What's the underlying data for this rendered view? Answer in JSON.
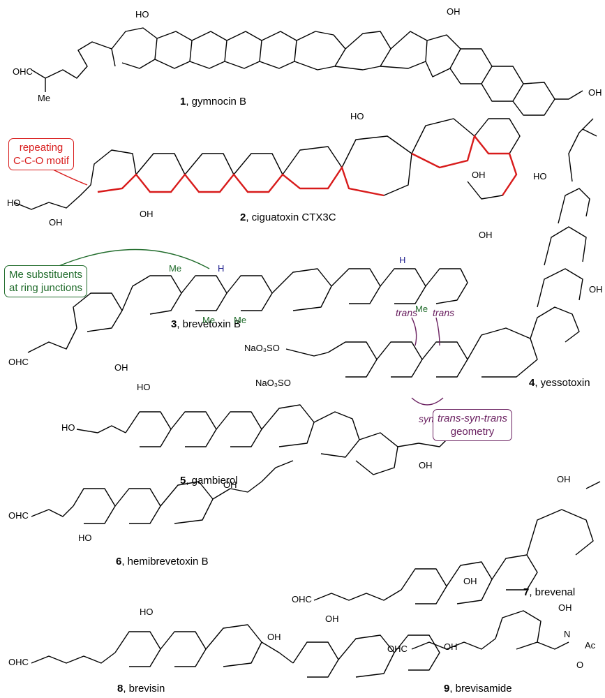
{
  "compounds": [
    {
      "number": "1",
      "name": ", gymnocin B"
    },
    {
      "number": "2",
      "name": ", ciguatoxin CTX3C"
    },
    {
      "number": "3",
      "name": ", brevetoxin B"
    },
    {
      "number": "4",
      "name": ", yessotoxin"
    },
    {
      "number": "5",
      "name": ", gambierol"
    },
    {
      "number": "6",
      "name": ", hemibrevetoxin B"
    },
    {
      "number": "7",
      "name": ", brevenal"
    },
    {
      "number": "8",
      "name": ", brevisin"
    },
    {
      "number": "9",
      "name": ", brevisamide"
    }
  ],
  "callouts": {
    "repeating_motif": [
      "repeating",
      "C-C-O motif"
    ],
    "me_substituents": [
      "Me substituents",
      "at ring junctions"
    ],
    "tst_geometry": [
      "trans-syn-trans",
      "geometry"
    ]
  },
  "notes": {
    "trans_1": "trans",
    "trans_2": "trans",
    "syn": "syn"
  },
  "atoms": {
    "OHC": "OHC",
    "Me": "Me",
    "HO": "HO",
    "OH": "OH",
    "O": "O",
    "H": "H",
    "NaO3SO": "NaO₃SO",
    "N": "N",
    "Ac": "Ac"
  },
  "colors": {
    "motif_red": "#d81b1b",
    "junction_blue": "#1a1a8c",
    "me_green": "#1f6b2a",
    "purple": "#6a2060"
  }
}
